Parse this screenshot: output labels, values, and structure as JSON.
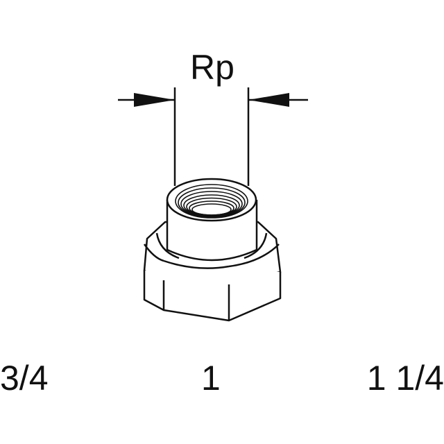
{
  "diagram": {
    "dimension_label": "Rp",
    "sizes": [
      "3/4",
      "1",
      "1 1/4"
    ],
    "line_color": "#111111",
    "background": "#ffffff"
  }
}
